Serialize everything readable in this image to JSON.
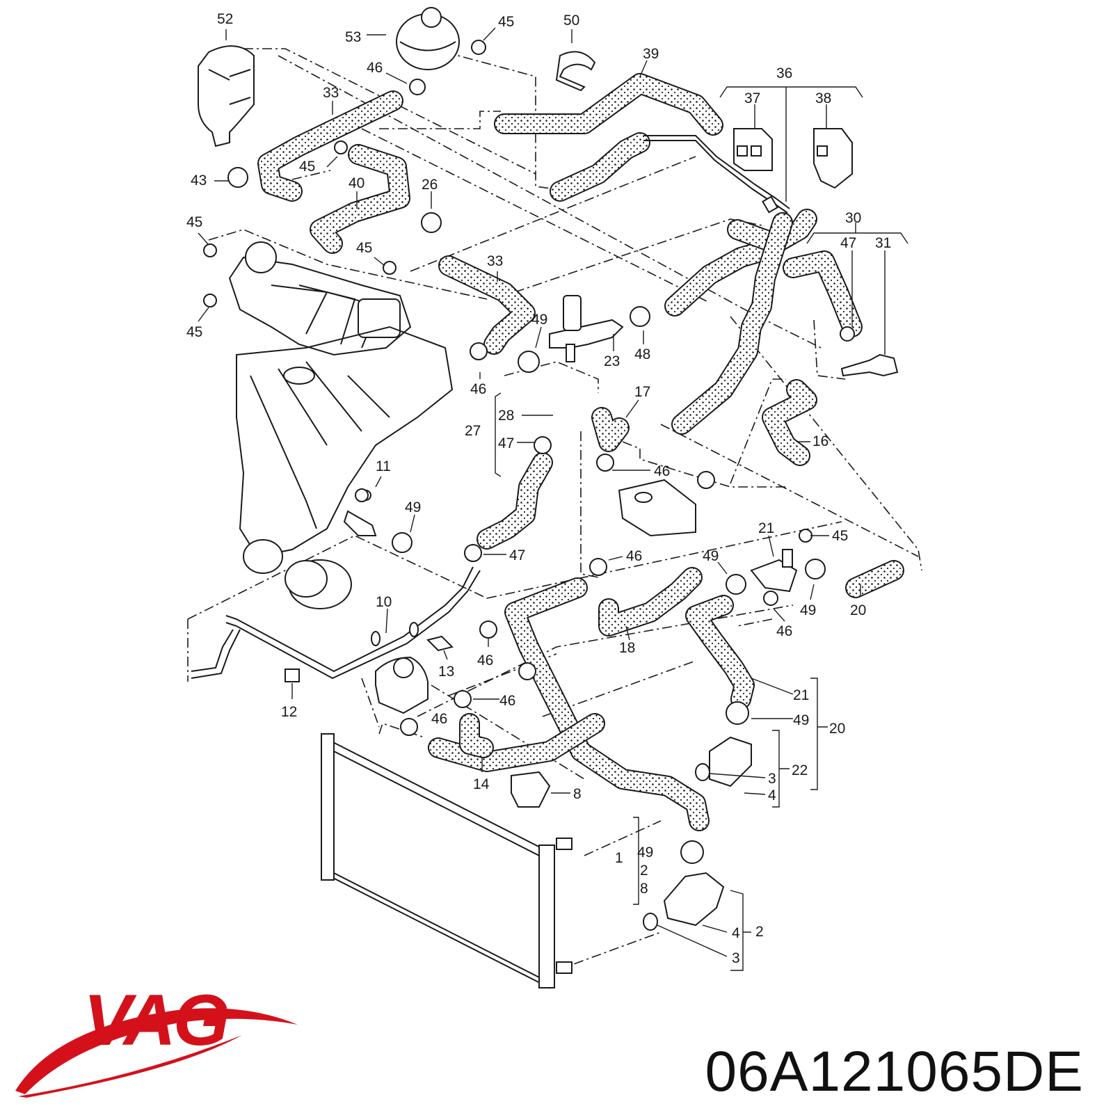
{
  "brand": {
    "name": "VAG",
    "color": "#d4111b"
  },
  "part_number": "06A121065DE",
  "diagram": {
    "labels": [
      {
        "id": "52",
        "text": "52"
      },
      {
        "id": "53",
        "text": "53"
      },
      {
        "id": "45a",
        "text": "45"
      },
      {
        "id": "50",
        "text": "50"
      },
      {
        "id": "46a",
        "text": "46"
      },
      {
        "id": "39",
        "text": "39"
      },
      {
        "id": "36",
        "text": "36"
      },
      {
        "id": "37",
        "text": "37"
      },
      {
        "id": "38",
        "text": "38"
      },
      {
        "id": "33a",
        "text": "33"
      },
      {
        "id": "45b",
        "text": "45"
      },
      {
        "id": "40",
        "text": "40"
      },
      {
        "id": "26",
        "text": "26"
      },
      {
        "id": "43",
        "text": "43"
      },
      {
        "id": "45c",
        "text": "45"
      },
      {
        "id": "45d",
        "text": "45"
      },
      {
        "id": "33b",
        "text": "33"
      },
      {
        "id": "30",
        "text": "30"
      },
      {
        "id": "47a",
        "text": "47"
      },
      {
        "id": "31",
        "text": "31"
      },
      {
        "id": "45e",
        "text": "45"
      },
      {
        "id": "49a",
        "text": "49"
      },
      {
        "id": "23",
        "text": "23"
      },
      {
        "id": "48",
        "text": "48"
      },
      {
        "id": "46b",
        "text": "46"
      },
      {
        "id": "17",
        "text": "17"
      },
      {
        "id": "28",
        "text": "28"
      },
      {
        "id": "27",
        "text": "27"
      },
      {
        "id": "47b",
        "text": "47"
      },
      {
        "id": "16",
        "text": "16"
      },
      {
        "id": "46c",
        "text": "46"
      },
      {
        "id": "11",
        "text": "11"
      },
      {
        "id": "49b",
        "text": "49"
      },
      {
        "id": "21a",
        "text": "21"
      },
      {
        "id": "45f",
        "text": "45"
      },
      {
        "id": "47c",
        "text": "47"
      },
      {
        "id": "46d",
        "text": "46"
      },
      {
        "id": "49c",
        "text": "49"
      },
      {
        "id": "49d",
        "text": "49"
      },
      {
        "id": "20a",
        "text": "20"
      },
      {
        "id": "10",
        "text": "10"
      },
      {
        "id": "46e",
        "text": "46"
      },
      {
        "id": "18",
        "text": "18"
      },
      {
        "id": "46f",
        "text": "46"
      },
      {
        "id": "13",
        "text": "13"
      },
      {
        "id": "12",
        "text": "12"
      },
      {
        "id": "21b",
        "text": "21"
      },
      {
        "id": "46g",
        "text": "46"
      },
      {
        "id": "46h",
        "text": "46"
      },
      {
        "id": "49e",
        "text": "49"
      },
      {
        "id": "20b",
        "text": "20"
      },
      {
        "id": "22",
        "text": "22"
      },
      {
        "id": "3a",
        "text": "3"
      },
      {
        "id": "14",
        "text": "14"
      },
      {
        "id": "8a",
        "text": "8"
      },
      {
        "id": "4a",
        "text": "4"
      },
      {
        "id": "1",
        "text": "1"
      },
      {
        "id": "49f",
        "text": "49"
      },
      {
        "id": "2a",
        "text": "2"
      },
      {
        "id": "8b",
        "text": "8"
      },
      {
        "id": "4b",
        "text": "4"
      },
      {
        "id": "2b",
        "text": "2"
      },
      {
        "id": "3b",
        "text": "3"
      }
    ]
  }
}
